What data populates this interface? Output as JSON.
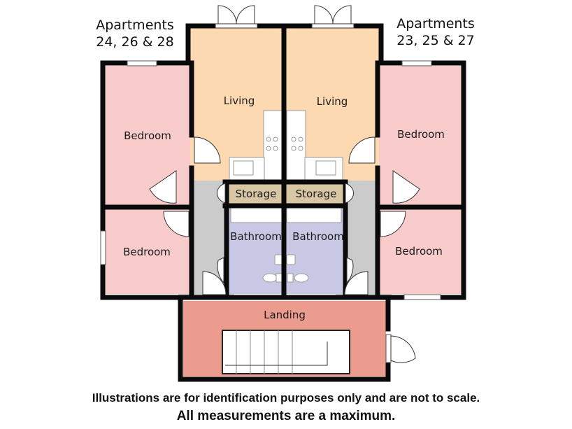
{
  "titles": {
    "left": {
      "line1": "Apartments",
      "line2": "24, 26 & 28"
    },
    "right": {
      "line1": "Apartments",
      "line2": "23, 25 & 27"
    }
  },
  "rooms": {
    "living_left": "Living",
    "living_right": "Living",
    "bedroom_left_top": "Bedroom",
    "bedroom_left_bottom": "Bedroom",
    "bedroom_right_top": "Bedroom",
    "bedroom_right_bottom": "Bedroom",
    "storage_left": "Storage",
    "storage_right": "Storage",
    "bathroom_left": "Bathroom",
    "bathroom_right": "Bathroom",
    "landing": "Landing"
  },
  "footer": {
    "line1": "Illustrations are for identification purposes only and are not to scale.",
    "line2": "All measurements are a maximum."
  },
  "colors": {
    "living": "#fcd9b0",
    "bedroom": "#f9cccc",
    "hall": "#cbcbcb",
    "storage": "#d9c6a4",
    "bathroom": "#c8c8e4",
    "landing": "#eb9c8e",
    "wall": "#0a0a0a"
  }
}
